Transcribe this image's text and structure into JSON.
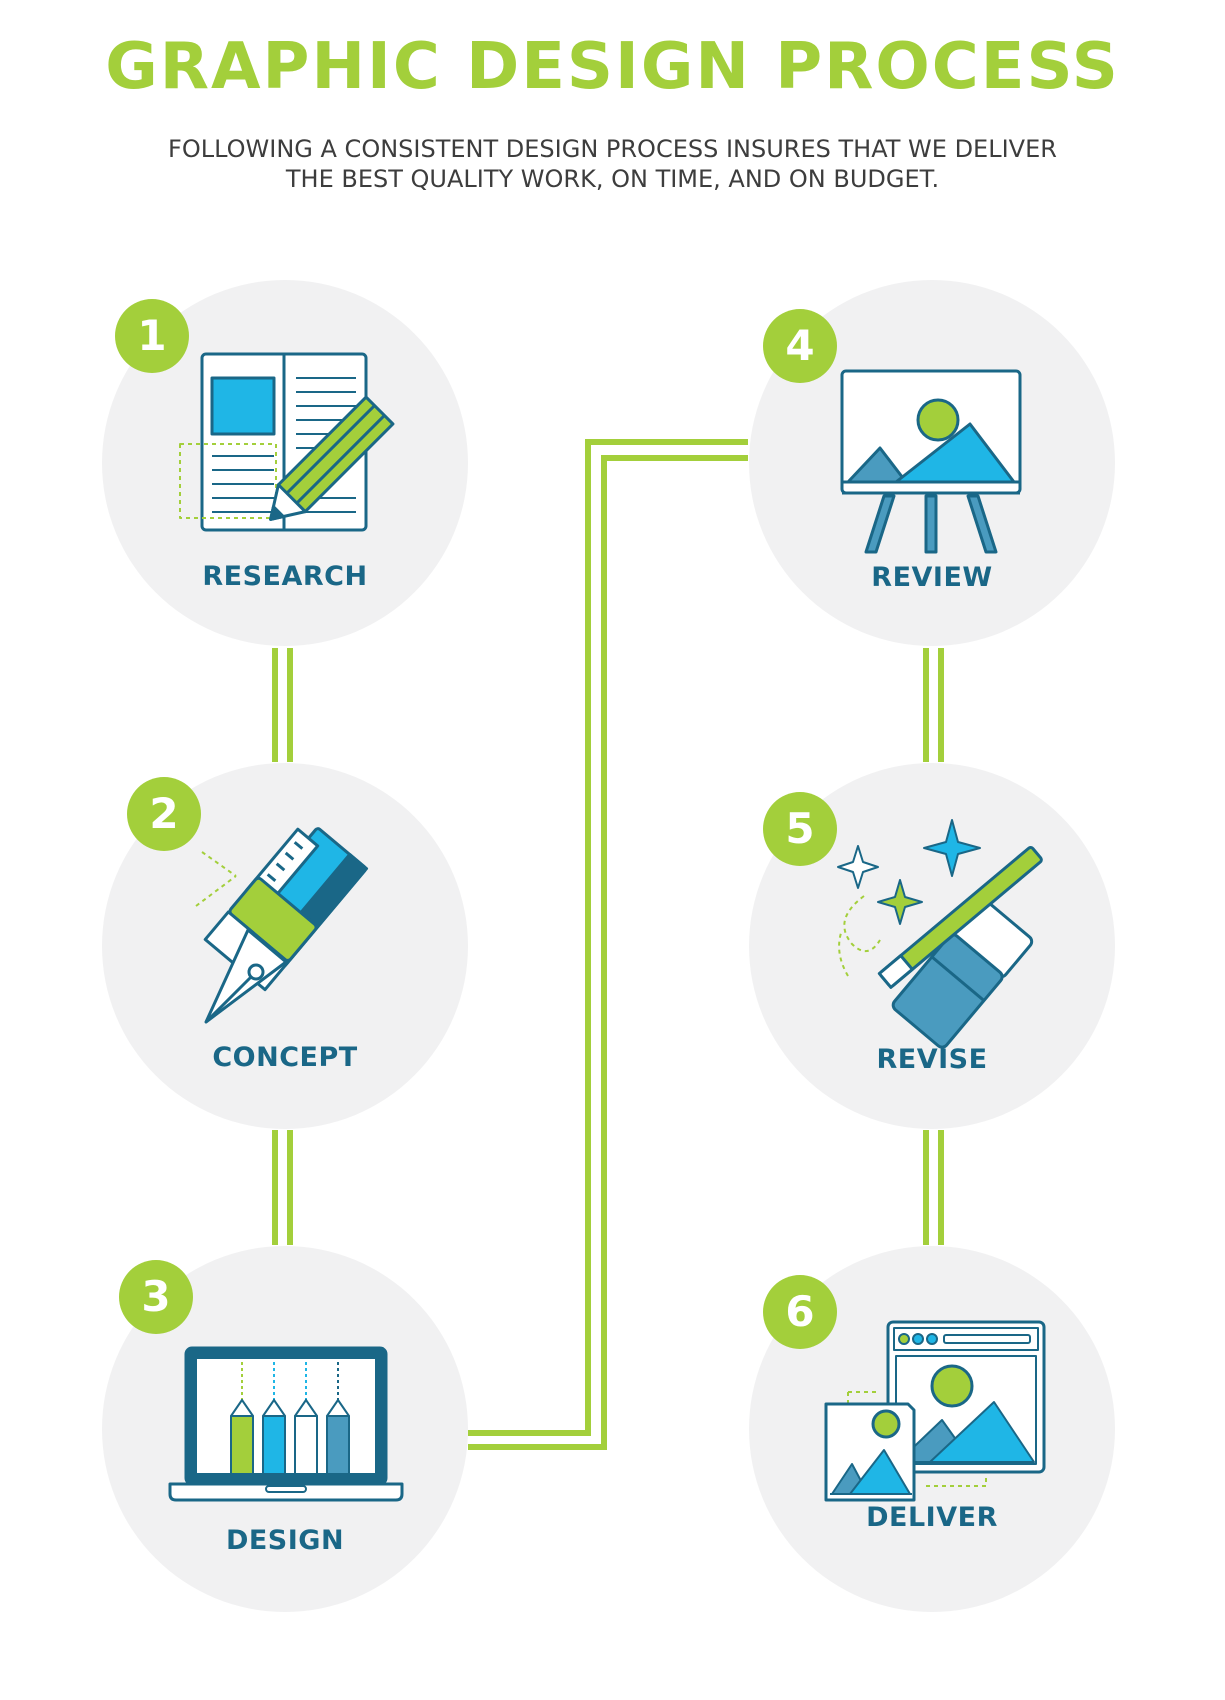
{
  "title": "GRAPHIC DESIGN PROCESS",
  "subtitle": {
    "line1": "FOLLOWING A CONSISTENT DESIGN PROCESS INSURES THAT WE DELIVER",
    "line2": "THE BEST QUALITY WORK, ON TIME, AND ON BUDGET."
  },
  "colors": {
    "green": "#a3cf3b",
    "blue": "#1fb6e6",
    "navy": "#1a6787",
    "circle": "#f1f1f2",
    "text": "#3d3d3d"
  },
  "steps": [
    {
      "number": "1",
      "label": "RESEARCH",
      "icon": "book-pencil-icon"
    },
    {
      "number": "2",
      "label": "CONCEPT",
      "icon": "pen-nib-icon"
    },
    {
      "number": "3",
      "label": "DESIGN",
      "icon": "laptop-pencils-icon"
    },
    {
      "number": "4",
      "label": "REVIEW",
      "icon": "easel-landscape-icon"
    },
    {
      "number": "5",
      "label": "REVISE",
      "icon": "magic-wand-eraser-icon"
    },
    {
      "number": "6",
      "label": "DELIVER",
      "icon": "browser-image-files-icon"
    }
  ]
}
